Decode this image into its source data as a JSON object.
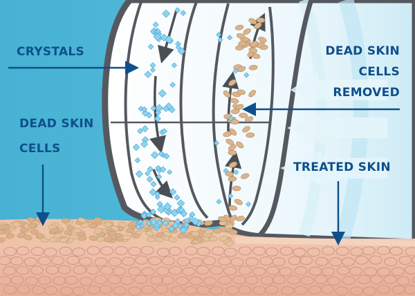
{
  "labels": {
    "crystals": "CRYSTALS",
    "dead_skin_line1": "DEAD SKIN",
    "dead_skin_line2": "CELLS",
    "removed_line1": "DEAD SKIN",
    "removed_line2": "CELLS",
    "removed_line3": "REMOVED",
    "treated_skin": "TREATED SKIN"
  },
  "colors": {
    "background": "#4bb4d4",
    "label_text": "#0e4f8c",
    "arrow": "#0e4f8c",
    "crystal": "#8fd3f0",
    "dead_cell": "#d9b48c",
    "skin": "#e8b49e"
  }
}
